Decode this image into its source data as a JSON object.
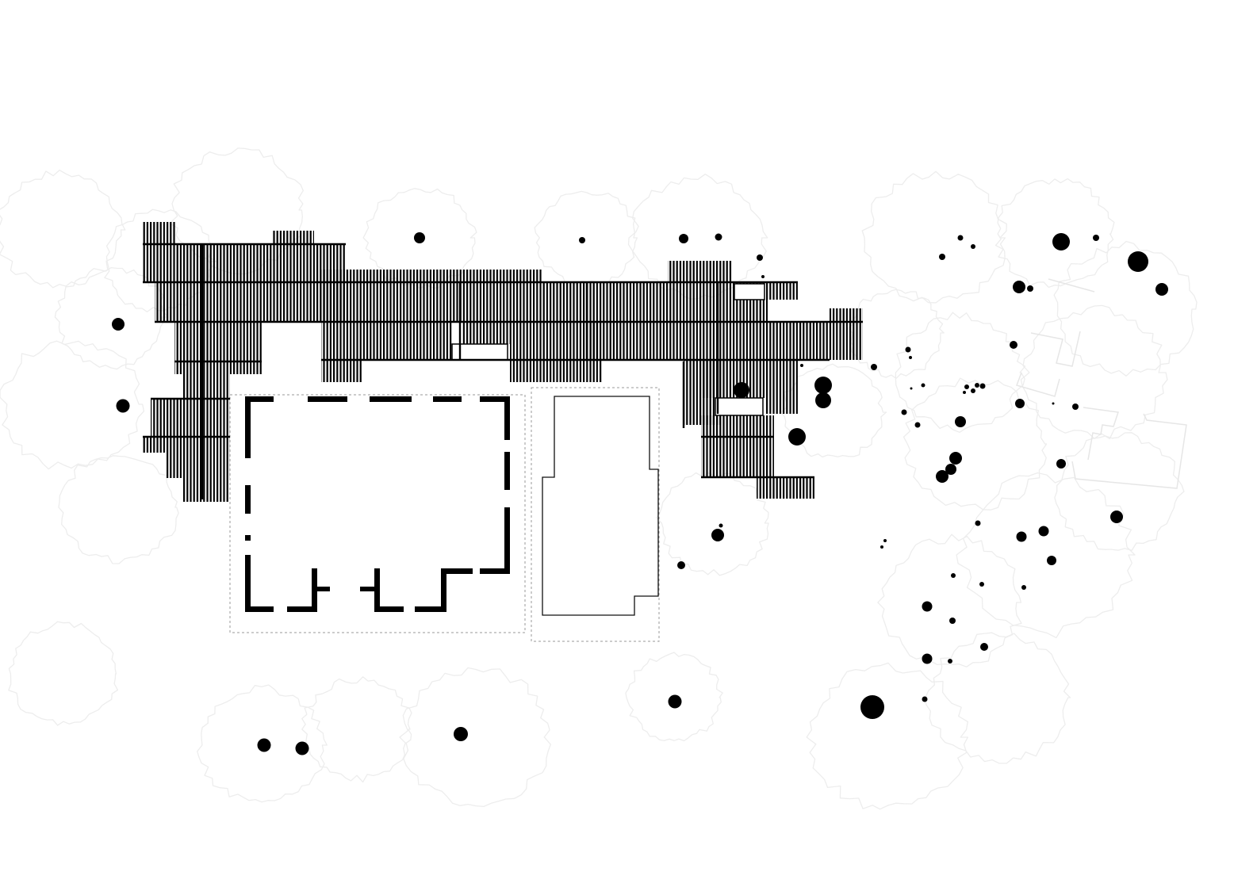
{
  "drawing": {
    "type": "site-plan",
    "background": "#ffffff",
    "ink_color": "#000000",
    "canopy_color": "#ededed",
    "boundary_color": "#9a9a9a"
  },
  "pergola": {
    "fill": "vertical-slats",
    "color": "#000000"
  },
  "house": {
    "walls": "dashed-thick",
    "color": "#000000"
  },
  "pool": {
    "outline": "thin-line",
    "color": "#111111"
  },
  "trees": {
    "representation": "black-trunk-dots",
    "canopy_representation": "faint-scribble-outlines"
  }
}
